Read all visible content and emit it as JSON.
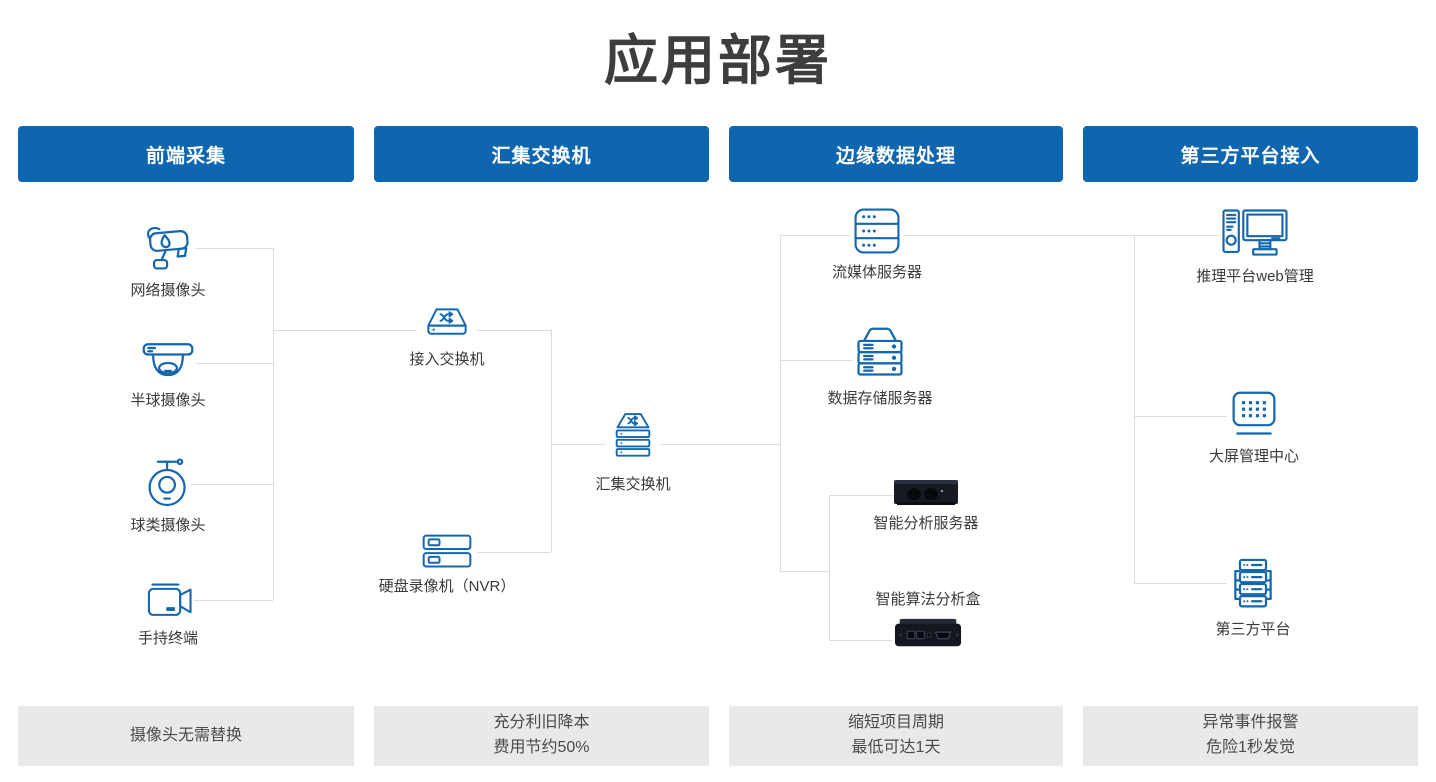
{
  "title": "应用部署",
  "colors": {
    "header_blue": "#0e66ae",
    "icon_blue": "#1467ae",
    "connector_gray": "#dcdcdc",
    "footer_bg": "#e9e9e9",
    "title_color": "#3d3d3d"
  },
  "headers": [
    {
      "label": "前端采集"
    },
    {
      "label": "汇集交换机"
    },
    {
      "label": "边缘数据处理"
    },
    {
      "label": "第三方平台接入"
    }
  ],
  "nodes": {
    "network_camera": "网络摄像头",
    "dome_camera": "半球摄像头",
    "ball_camera": "球类摄像头",
    "handheld_terminal": "手持终端",
    "access_switch": "接入交换机",
    "nvr": "硬盘录像机（NVR）",
    "aggregation_switch": "汇集交换机",
    "streaming_server": "流媒体服务器",
    "storage_server": "数据存储服务器",
    "analysis_server": "智能分析服务器",
    "analysis_box": "智能算法分析盒",
    "web_management": "推理平台web管理",
    "screen_center": "大屏管理中心",
    "third_party": "第三方平台"
  },
  "footers": [
    {
      "line1": "摄像头无需替换",
      "line2": ""
    },
    {
      "line1": "充分利旧降本",
      "line2": "费用节约50%"
    },
    {
      "line1": "缩短项目周期",
      "line2": "最低可达1天"
    },
    {
      "line1": "异常事件报警",
      "line2": "危险1秒发觉"
    }
  ]
}
